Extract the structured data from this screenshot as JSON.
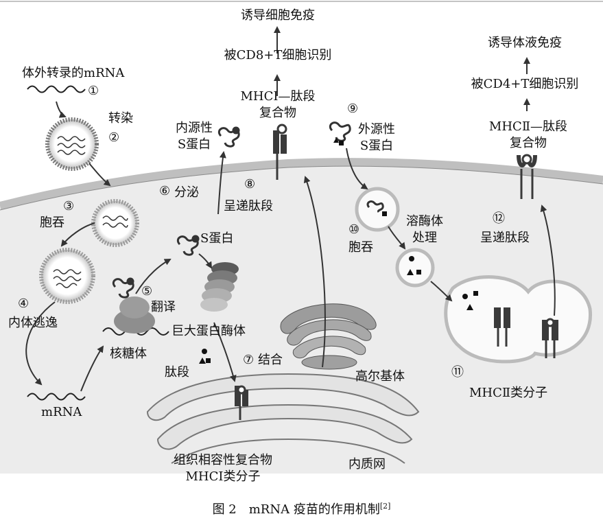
{
  "labels": {
    "ivt_mrna": "体外转录的mRNA",
    "n1": "①",
    "transfect": "转染",
    "n2": "②",
    "n3": "③",
    "endocytosis_a": "胞吞",
    "n4": "④",
    "endosome_escape": "内体逃逸",
    "mrna": "mRNA",
    "ribosome": "核糖体",
    "n5": "⑤",
    "translation": "翻译",
    "n6": "⑥",
    "secretion": "分泌",
    "endo_s_protein_1": "内源性",
    "endo_s_protein_2": "S蛋白",
    "s_protein": "S蛋白",
    "proteasome": "巨大蛋白酶体",
    "peptides": "肽段",
    "n7": "⑦",
    "binding": "结合",
    "n8": "⑧",
    "present_a": "呈递肽段",
    "mhc1_complex_1": "MHCⅠ—肽段",
    "mhc1_complex_2": "复合物",
    "cd8_recog": "被CD8+T细胞识别",
    "cellular_imm": "诱导细胞免疫",
    "golgi": "高尔基体",
    "er": "内质网",
    "mhc1_mol_1": "组织相容性复合物",
    "mhc1_mol_2": "MHCⅠ类分子",
    "n9": "⑨",
    "exo_s_protein_1": "外源性",
    "exo_s_protein_2": "S蛋白",
    "n10": "⑩",
    "endocytosis_b": "胞吞",
    "lysosome_1": "溶酶体",
    "lysosome_2": "处理",
    "n11": "⑪",
    "mhc2_mol": "MHCⅡ类分子",
    "n12": "⑫",
    "present_b": "呈递肽段",
    "mhc2_complex_1": "MHCⅡ—肽段",
    "mhc2_complex_2": "复合物",
    "cd4_recog": "被CD4+T细胞识别",
    "humoral_imm": "诱导体液免疫"
  },
  "caption": {
    "text": "图 2　mRNA 疫苗的作用机制",
    "ref": "[2]"
  },
  "colors": {
    "line": "#333333",
    "membrane": "#c8c8c8",
    "cytoplasm": "#f2f2f2",
    "organelle": "#9a9a9a",
    "mhc": "#3a3a3a"
  }
}
